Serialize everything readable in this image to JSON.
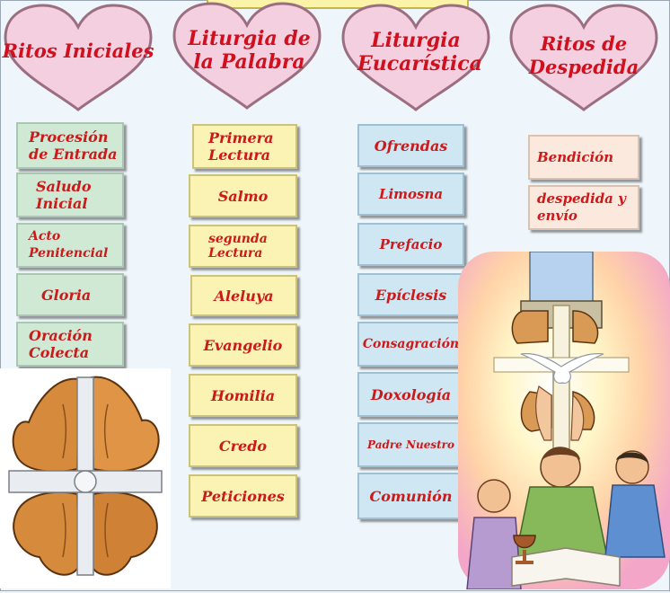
{
  "columns": [
    {
      "heading": "Ritos Iniciales",
      "items": [
        "Procesión de Entrada",
        "Saludo Inicial",
        "Acto Penitencial",
        "Gloria",
        "Oración Colecta"
      ]
    },
    {
      "heading": "Liturgia de la Palabra",
      "items": [
        "Primera Lectura",
        "Salmo",
        "segunda Lectura",
        "Aleluya",
        "Evangelio",
        "Homilia",
        "Credo",
        "Peticiones"
      ]
    },
    {
      "heading": "Liturgia Eucarística",
      "items": [
        "Ofrendas",
        "Limosna",
        "Prefacio",
        "Epíclesis",
        "Consagración",
        "Doxología",
        "Padre Nuestro",
        "Comunión"
      ]
    },
    {
      "heading": "Ritos de Despedida",
      "items": [
        "Bendición",
        "despedida y envío"
      ]
    }
  ],
  "colors": {
    "text": "#d10f1d",
    "heart_fill": "#f4cfdf",
    "heart_stroke": "#9c6e82",
    "col1": "#cfe9d5",
    "col2": "#fbf3b4",
    "col3": "#cfe6f3",
    "col4": "#fbe9de"
  }
}
